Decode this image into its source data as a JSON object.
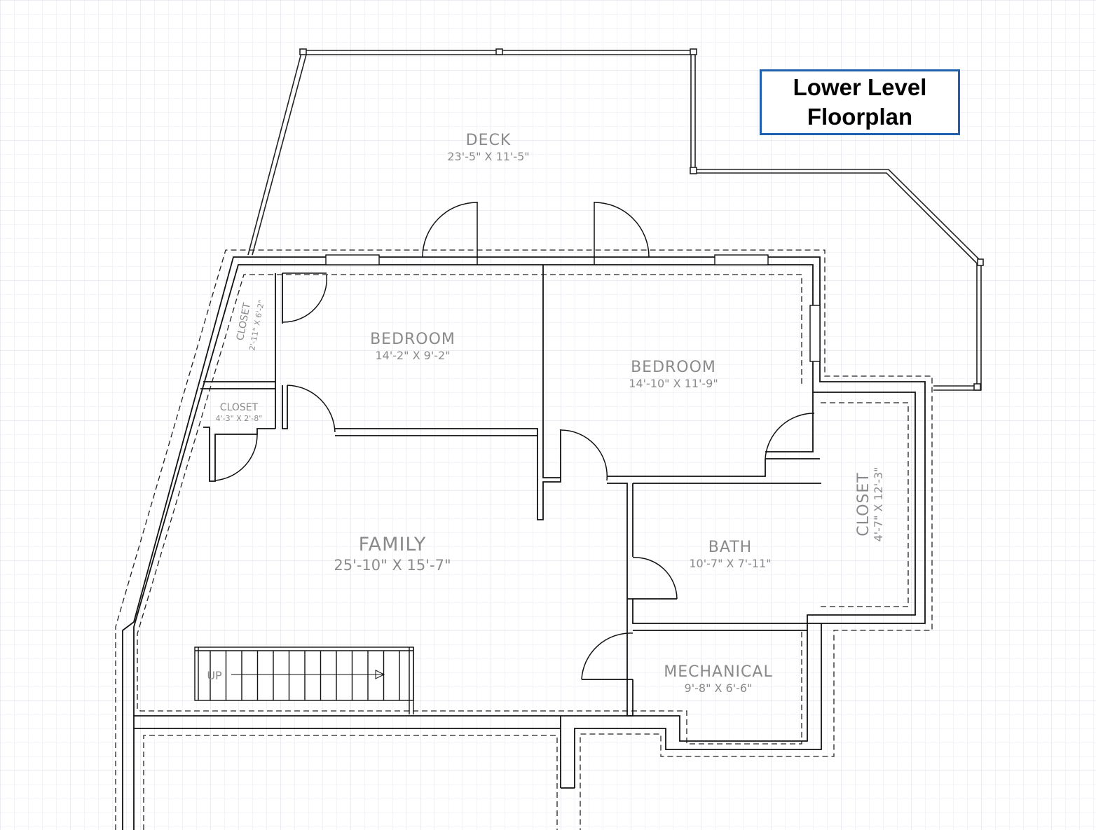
{
  "title": {
    "line1": "Lower Level",
    "line2": "Floorplan"
  },
  "rooms": {
    "deck": {
      "name": "DECK",
      "dims": "23'-5\" X 11'-5\""
    },
    "bedroom1": {
      "name": "BEDROOM",
      "dims": "14'-2\" X 9'-2\""
    },
    "bedroom2": {
      "name": "BEDROOM",
      "dims": "14'-10\" X 11'-9\""
    },
    "closet1": {
      "name": "CLOSET",
      "dims": "2'-11\" X 6'-2\""
    },
    "closet2": {
      "name": "CLOSET",
      "dims": "4'-3\" X 2'-8\""
    },
    "closet3": {
      "name": "CLOSET",
      "dims": "4'-7\" X 12'-3\""
    },
    "family": {
      "name": "FAMILY",
      "dims": "25'-10\" X 15'-7\""
    },
    "bath": {
      "name": "BATH",
      "dims": "10'-7\" X 7'-11\""
    },
    "mechanical": {
      "name": "MECHANICAL",
      "dims": "9'-8\" X 6'-6\""
    }
  },
  "stairs": {
    "label": "UP"
  },
  "colors": {
    "grid": "#e3e6ee",
    "wall": "#111111",
    "label": "#8a8a8a",
    "title_border": "#1f5fae"
  }
}
